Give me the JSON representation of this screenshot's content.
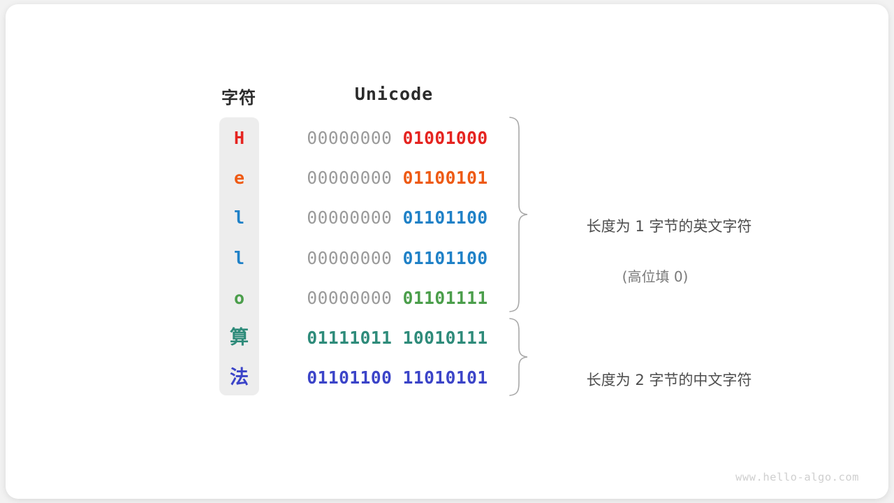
{
  "headers": {
    "char": "字符",
    "unicode": "Unicode"
  },
  "colors": {
    "red": "#e52420",
    "orange": "#ee5a14",
    "blue": "#1f81c7",
    "green": "#4b9e4b",
    "teal": "#2e8b7a",
    "indigo": "#3b44c8",
    "pad_gray": "#9a9a9a",
    "column_bg": "#ededed",
    "card_bg": "#ffffff",
    "page_bg": "#f2f2f2",
    "note_text": "#4d4d4d",
    "note_sub_text": "#7a7a7a",
    "brace_stroke": "#a8a8a8",
    "watermark": "#cfcfcf"
  },
  "rows": [
    {
      "char": "H",
      "color": "#e52420",
      "high_byte": "00000000",
      "low_byte": "01001000",
      "high_is_pad": true,
      "cjk": false
    },
    {
      "char": "e",
      "color": "#ee5a14",
      "high_byte": "00000000",
      "low_byte": "01100101",
      "high_is_pad": true,
      "cjk": false
    },
    {
      "char": "l",
      "color": "#1f81c7",
      "high_byte": "00000000",
      "low_byte": "01101100",
      "high_is_pad": true,
      "cjk": false
    },
    {
      "char": "l",
      "color": "#1f81c7",
      "high_byte": "00000000",
      "low_byte": "01101100",
      "high_is_pad": true,
      "cjk": false
    },
    {
      "char": "o",
      "color": "#4b9e4b",
      "high_byte": "00000000",
      "low_byte": "01101111",
      "high_is_pad": true,
      "cjk": false
    },
    {
      "char": "算",
      "color": "#2e8b7a",
      "high_byte": "01111011",
      "low_byte": "10010111",
      "high_is_pad": false,
      "cjk": true
    },
    {
      "char": "法",
      "color": "#3b44c8",
      "high_byte": "01101100",
      "low_byte": "11010101",
      "high_is_pad": false,
      "cjk": true
    }
  ],
  "annotations": {
    "ascii": {
      "main": "长度为 1 字节的英文字符",
      "sub": "(高位填 0)"
    },
    "cjk": {
      "main": "长度为 2 字节的中文字符"
    }
  },
  "watermark": "www.hello-algo.com"
}
